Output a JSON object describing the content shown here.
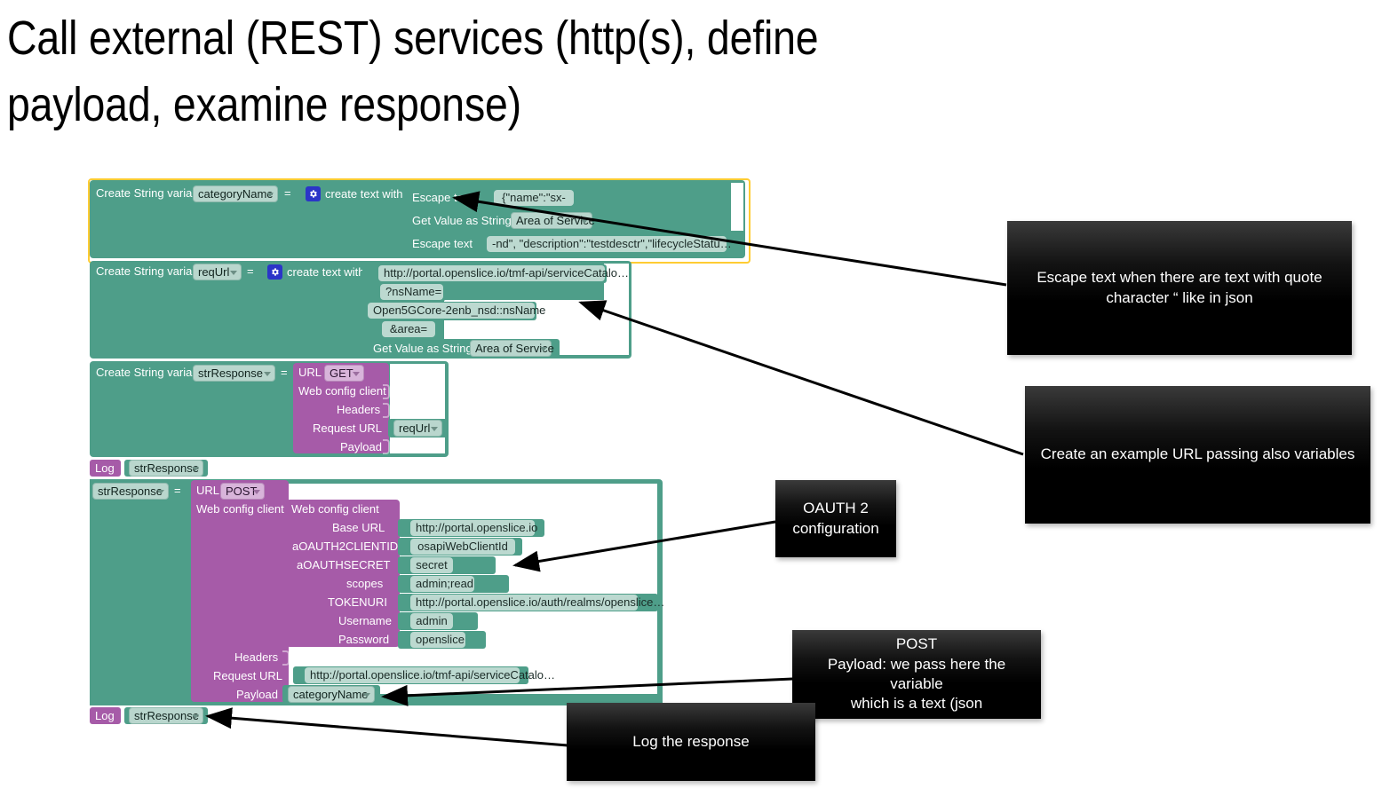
{
  "slide": {
    "title": "Call external (REST) services (http(s), define\npayload, examine response)"
  },
  "colors": {
    "teal_block": "#4e9e89",
    "purple_block": "#a65ba8",
    "chip_fill": "#b9d6cd",
    "selection_outline": "#ffcc33",
    "callout_bg": "#000000",
    "canvas": "#ffffff"
  },
  "blocks": {
    "category_name": {
      "statement": "Create String variable",
      "variable": "categoryName",
      "equals": "=",
      "create_text_with": "create text with",
      "gear_icon": "gear-icon",
      "rows": [
        {
          "label": "Escape text",
          "value": "{\"name\":\"sx-"
        },
        {
          "label": "Get Value as String",
          "value": "Area of Service"
        },
        {
          "label": "Escape text",
          "value": "-nd\", \"description\":\"testdesctr\",\"lifecycleStatu…"
        }
      ]
    },
    "req_url": {
      "statement": "Create String variable",
      "variable": "reqUrl",
      "equals": "=",
      "create_text_with": "create text with",
      "gear_icon": "gear-icon",
      "rows": [
        {
          "label": "",
          "value": "http://portal.openslice.io/tmf-api/serviceCatalo…"
        },
        {
          "label": "",
          "value": "?nsName="
        },
        {
          "label": "",
          "value": "Open5GCore-2enb_nsd::nsName"
        },
        {
          "label": "",
          "value": "&area="
        },
        {
          "label": "Get Value as String",
          "value": "Area of Service"
        }
      ]
    },
    "str_response_get": {
      "statement": "Create String variable",
      "variable": "strResponse",
      "equals": "=",
      "url_label": "URL",
      "method": "GET",
      "rows": [
        {
          "label": "Web config client",
          "value": ""
        },
        {
          "label": "Headers",
          "value": ""
        },
        {
          "label": "Request URL",
          "value": "reqUrl"
        },
        {
          "label": "Payload",
          "value": ""
        }
      ]
    },
    "log_1": {
      "label": "Log",
      "value": "strResponse"
    },
    "str_response_post": {
      "variable": "strResponse",
      "equals": "=",
      "url_label": "URL",
      "method": "POST",
      "web_config_client_socket": "Web config client",
      "web_config_client_block": "Web config client",
      "config_rows": [
        {
          "label": "Base URL",
          "value": "http://portal.openslice.io"
        },
        {
          "label": "aOAUTH2CLIENTID",
          "value": "osapiWebClientId"
        },
        {
          "label": "aOAUTHSECRET",
          "value": "secret"
        },
        {
          "label": "scopes",
          "value": "admin;read"
        },
        {
          "label": "TOKENURI",
          "value": "http://portal.openslice.io/auth/realms/openslice…"
        },
        {
          "label": "Username",
          "value": "admin"
        },
        {
          "label": "Password",
          "value": "openslice"
        }
      ],
      "rows": [
        {
          "label": "Headers",
          "value": ""
        },
        {
          "label": "Request URL",
          "value": "http://portal.openslice.io/tmf-api/serviceCatalo…"
        },
        {
          "label": "Payload",
          "value": "categoryName"
        }
      ]
    },
    "log_2": {
      "label": "Log",
      "value": "strResponse"
    }
  },
  "callouts": [
    {
      "id": "escape-text",
      "text": "Escape text when there are text with quote\ncharacter “ like in json"
    },
    {
      "id": "example-url",
      "text": "Create an example URL passing also variables"
    },
    {
      "id": "oauth2",
      "text": "OAUTH 2\nconfiguration"
    },
    {
      "id": "post-payload",
      "text": "POST\nPayload: we pass here the variable\nwhich is a text (json"
    },
    {
      "id": "log-response",
      "text": "Log the response"
    }
  ]
}
